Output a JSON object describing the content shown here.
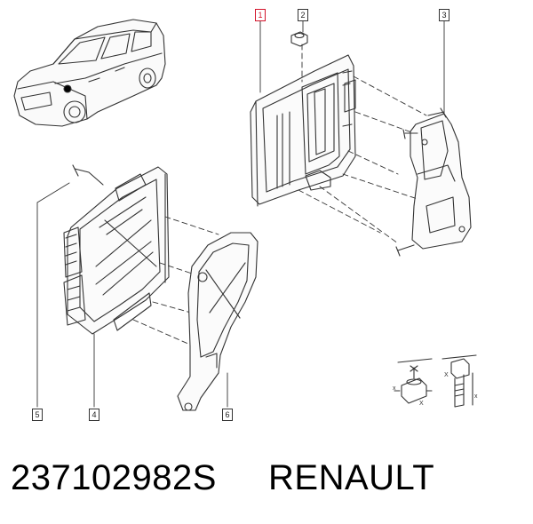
{
  "callouts": [
    {
      "id": "1",
      "label": "1",
      "highlighted": true
    },
    {
      "id": "2",
      "label": "2",
      "highlighted": false
    },
    {
      "id": "3",
      "label": "3",
      "highlighted": false
    },
    {
      "id": "4",
      "label": "4",
      "highlighted": false
    },
    {
      "id": "5",
      "label": "5",
      "highlighted": false
    },
    {
      "id": "6",
      "label": "6",
      "highlighted": false
    }
  ],
  "caption": {
    "part_number": "237102982S",
    "brand": "RENAULT"
  },
  "colors": {
    "highlight": "#d3132a",
    "line": "#333333"
  },
  "icons": [
    "car-icon",
    "ecu-icon",
    "bracket-icon",
    "nut-icon",
    "bolt-icon",
    "torque-nut-icon",
    "torque-bolt-icon"
  ]
}
